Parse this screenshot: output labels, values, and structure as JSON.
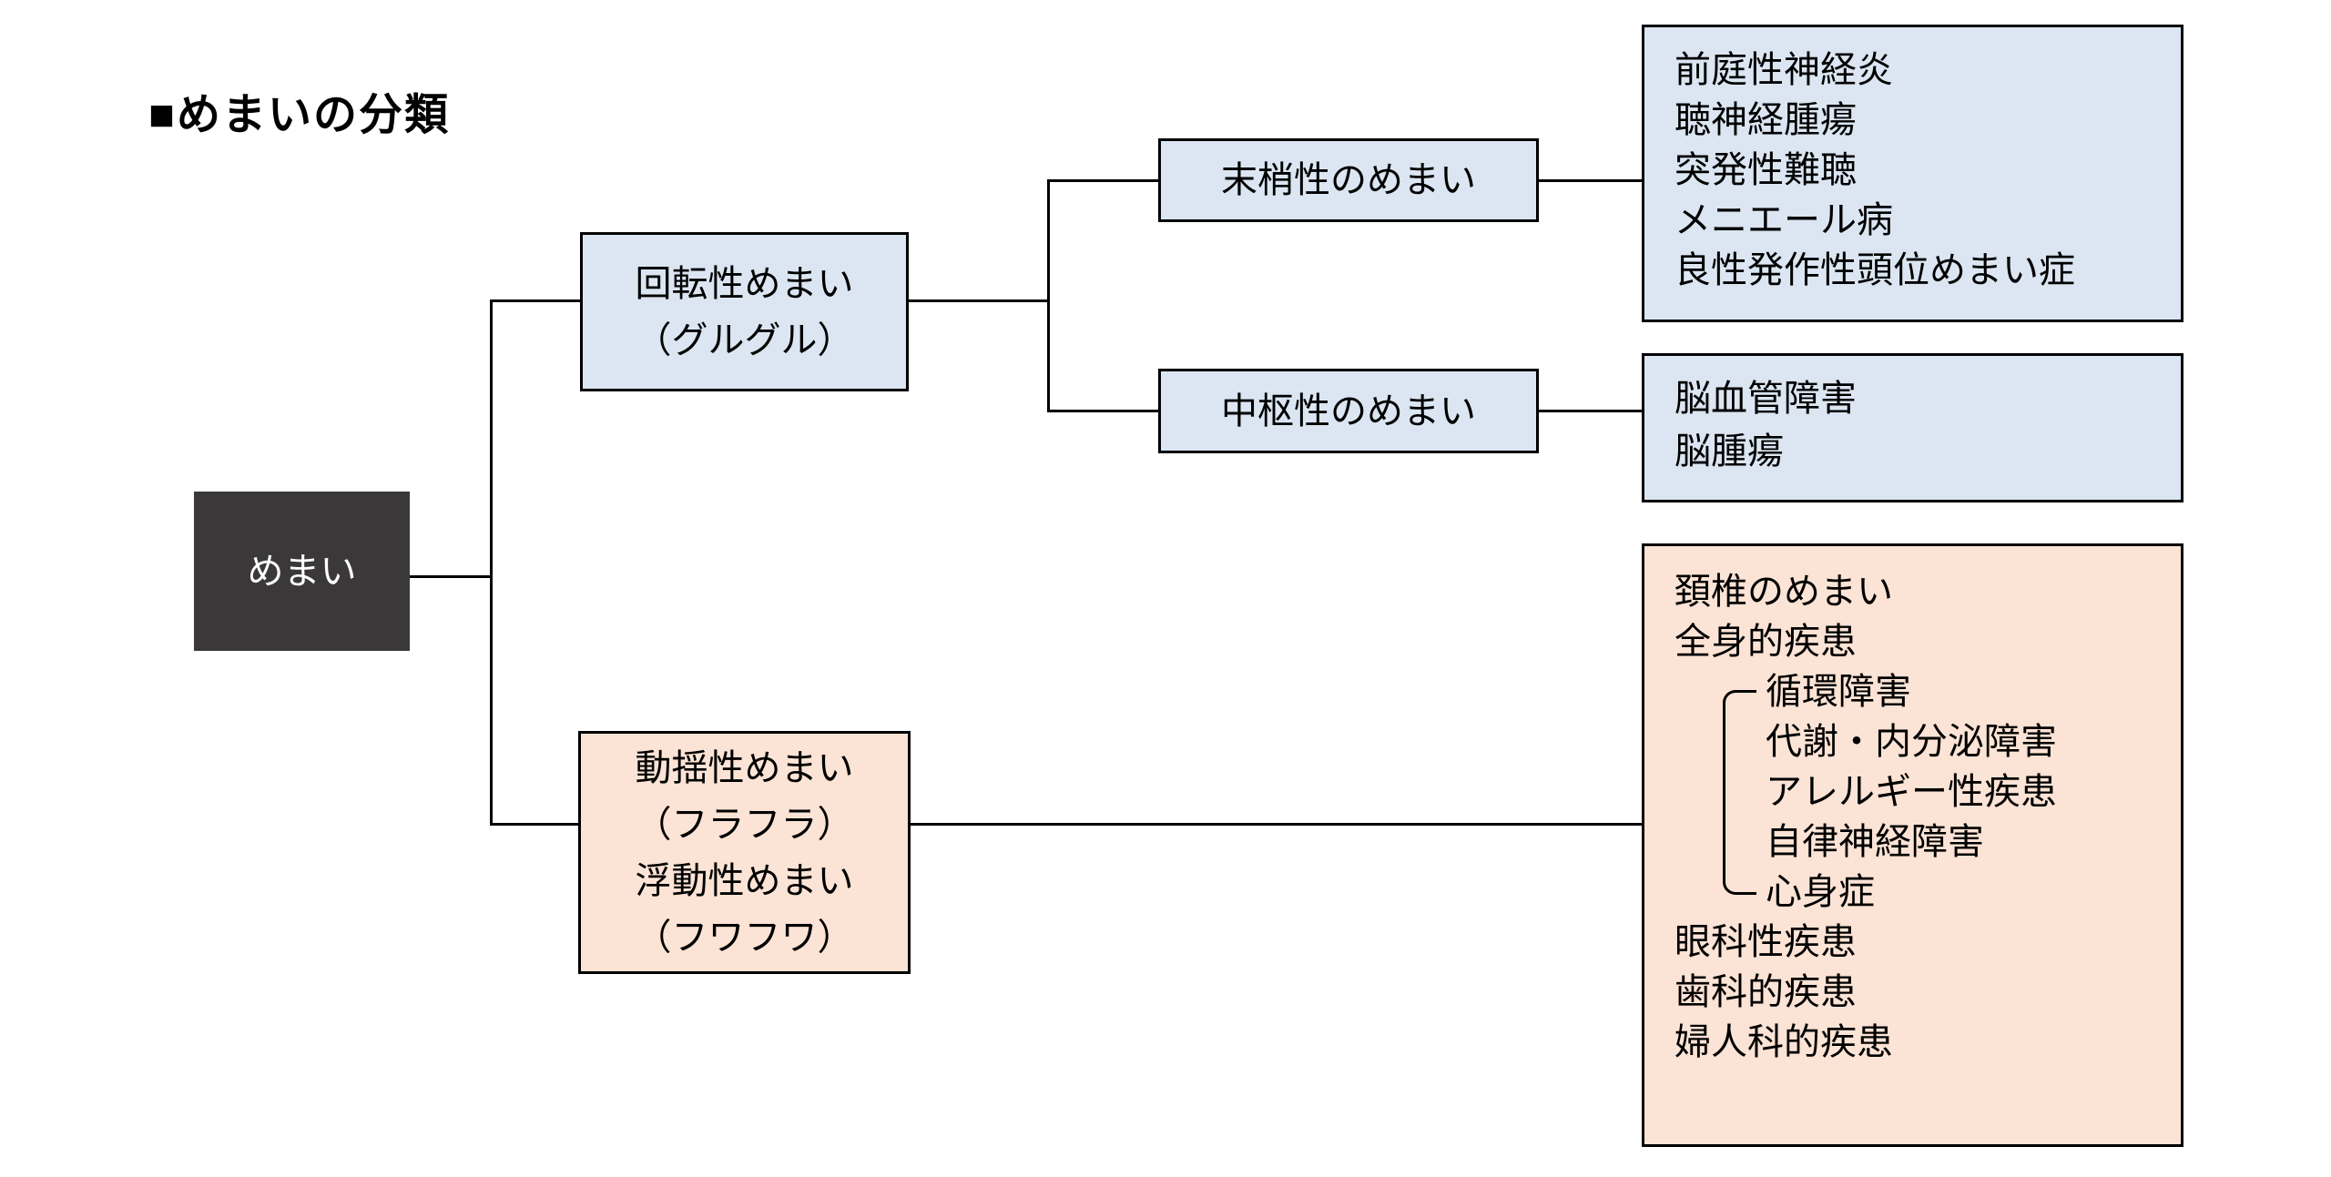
{
  "title": "■めまいの分類",
  "colors": {
    "light_blue": "#dbe6f2",
    "peach": "#fbe3d5",
    "dark": "#3b3839",
    "line": "#000000",
    "text": "#000000"
  },
  "nodes": {
    "root": {
      "label": "めまい"
    },
    "rotatory": {
      "lines": [
        "回転性めまい",
        "（グルグル）"
      ]
    },
    "peripheral": {
      "label": "末梢性のめまい"
    },
    "peripheral_causes": {
      "lines": [
        "前庭性神経炎",
        "聴神経腫瘍",
        "突発性難聴",
        "メニエール病",
        "良性発作性頭位めまい症"
      ]
    },
    "central": {
      "label": "中枢性のめまい"
    },
    "central_causes": {
      "lines": [
        "脳血管障害",
        "脳腫瘍"
      ]
    },
    "swaying": {
      "lines": [
        "動揺性めまい",
        "（フラフラ）",
        "浮動性めまい",
        "（フワフワ）"
      ]
    },
    "swaying_causes": {
      "lines_before": [
        "頚椎のめまい",
        "全身的疾患"
      ],
      "bracket_lines": [
        "循環障害",
        "代謝・内分泌障害",
        "アレルギー性疾患",
        "自律神経障害",
        "心身症"
      ],
      "lines_after": [
        "眼科性疾患",
        "歯科的疾患",
        "婦人科的疾患"
      ]
    }
  }
}
